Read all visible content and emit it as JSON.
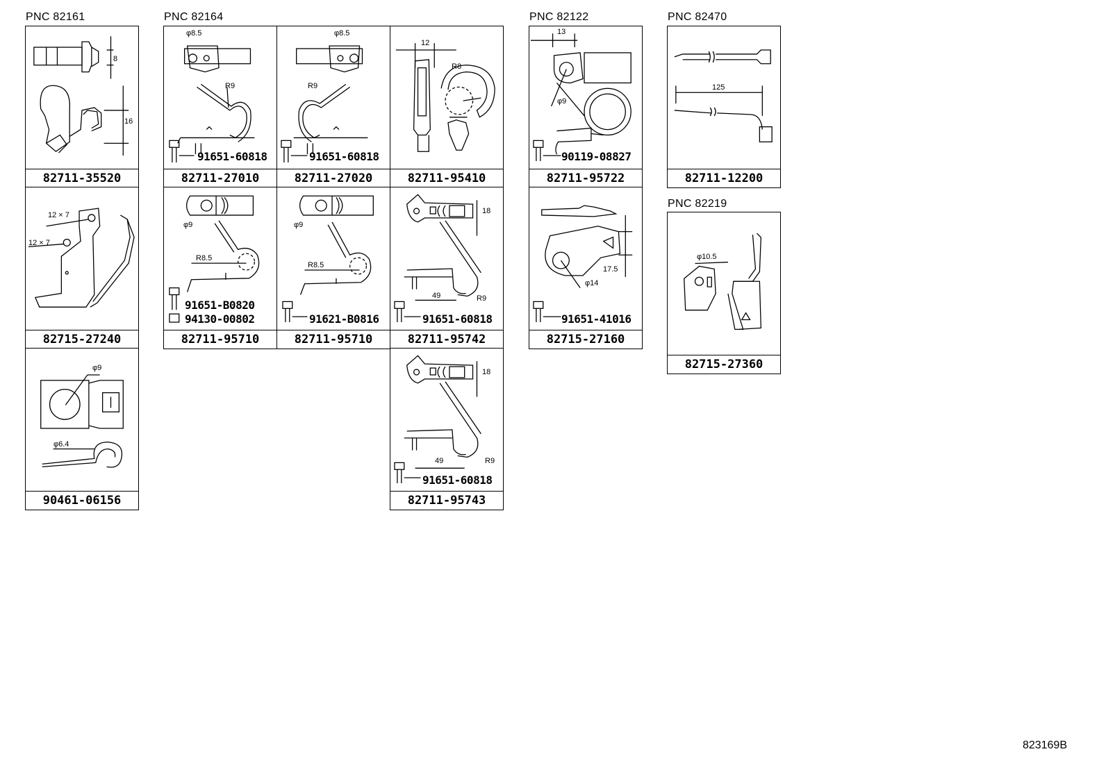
{
  "groups": [
    {
      "pnc": "PNC 82161"
    },
    {
      "pnc": "PNC 82164"
    },
    {
      "pnc": "PNC 82122"
    },
    {
      "pnc": "PNC 82470"
    },
    {
      "pnc": "PNC 82219"
    }
  ],
  "cells": {
    "c82711_35520": {
      "part": "82711-35520",
      "dims": [
        "8",
        "16"
      ]
    },
    "c82715_27240": {
      "part": "82715-27240",
      "dims": [
        "12 × 7",
        "12 × 7"
      ]
    },
    "c90461_06156": {
      "part": "90461-06156",
      "dims": [
        "φ9",
        "φ6.4"
      ]
    },
    "c82711_27010": {
      "part": "82711-27010",
      "dims": [
        "φ8.5",
        "R9"
      ],
      "subparts": [
        "91651-60818"
      ]
    },
    "c82711_27020": {
      "part": "82711-27020",
      "dims": [
        "φ8.5",
        "R9"
      ],
      "subparts": [
        "91651-60818"
      ]
    },
    "c82711_95410": {
      "part": "82711-95410",
      "dims": [
        "12",
        "R8"
      ]
    },
    "c82711_95710a": {
      "part": "82711-95710",
      "dims": [
        "φ9",
        "R8.5"
      ],
      "subparts": [
        "91651-B0820",
        "94130-00802"
      ]
    },
    "c82711_95710b": {
      "part": "82711-95710",
      "dims": [
        "φ9",
        "R8.5"
      ],
      "subparts": [
        "91621-B0816"
      ]
    },
    "c82711_95742": {
      "part": "82711-95742",
      "dims": [
        "18",
        "49",
        "R9"
      ],
      "subparts": [
        "91651-60818"
      ]
    },
    "c82711_95743": {
      "part": "82711-95743",
      "dims": [
        "18",
        "49",
        "R9"
      ],
      "subparts": [
        "91651-60818"
      ]
    },
    "c82711_95722": {
      "part": "82711-95722",
      "dims": [
        "13",
        "φ9"
      ],
      "subparts": [
        "90119-08827"
      ]
    },
    "c82715_27160": {
      "part": "82715-27160",
      "dims": [
        "17.5",
        "φ14"
      ],
      "subparts": [
        "91651-41016"
      ]
    },
    "c82711_12200": {
      "part": "82711-12200",
      "dims": [
        "125"
      ]
    },
    "c82715_27360": {
      "part": "82715-27360",
      "dims": [
        "φ10.5"
      ]
    }
  },
  "reference_code": "823169B"
}
